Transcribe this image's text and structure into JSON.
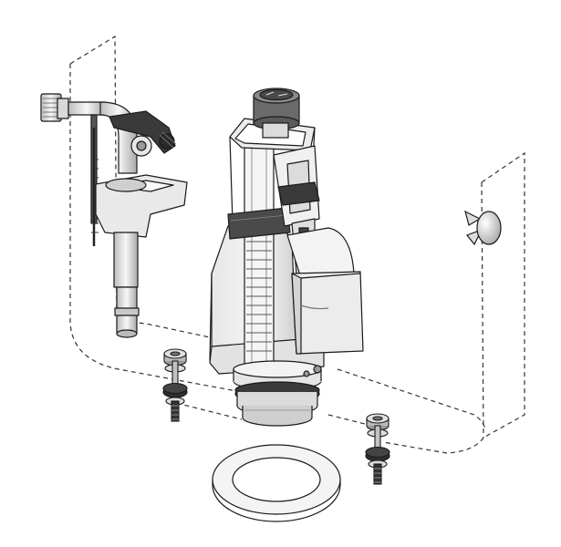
{
  "figure": {
    "background": "#ffffff",
    "colors": {
      "outline": "#1a1a1a",
      "body_light": "#f2f2f2",
      "body_mid": "#d9d9d9",
      "body_dark": "#9a9a9a",
      "part_dark": "#3a3a3a",
      "dashed": "#333333"
    },
    "parts": [
      {
        "name": "cistern-outline",
        "icon": "dashed-tank-outline"
      },
      {
        "name": "fill-valve",
        "icon": "float-valve-icon"
      },
      {
        "name": "flush-valve",
        "icon": "dual-flush-valve-icon"
      },
      {
        "name": "push-button",
        "icon": "dual-push-button-icon"
      },
      {
        "name": "overflow-cap",
        "icon": "round-cap-icon"
      },
      {
        "name": "mounting-bolt-left",
        "icon": "bolt-icon"
      },
      {
        "name": "mounting-bolt-right",
        "icon": "bolt-icon"
      },
      {
        "name": "sealing-gasket",
        "icon": "ring-gasket-icon"
      }
    ]
  }
}
